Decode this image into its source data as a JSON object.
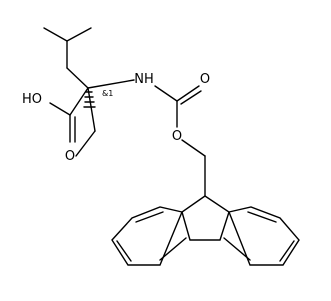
{
  "molecule": {
    "atoms": {
      "hydroxyl": "HO",
      "carboxyl_oxygen": "O",
      "amine": "NH",
      "carbamate_oxygen": "O",
      "ester_oxygen": "O"
    },
    "stereo_descriptor": "&1"
  }
}
